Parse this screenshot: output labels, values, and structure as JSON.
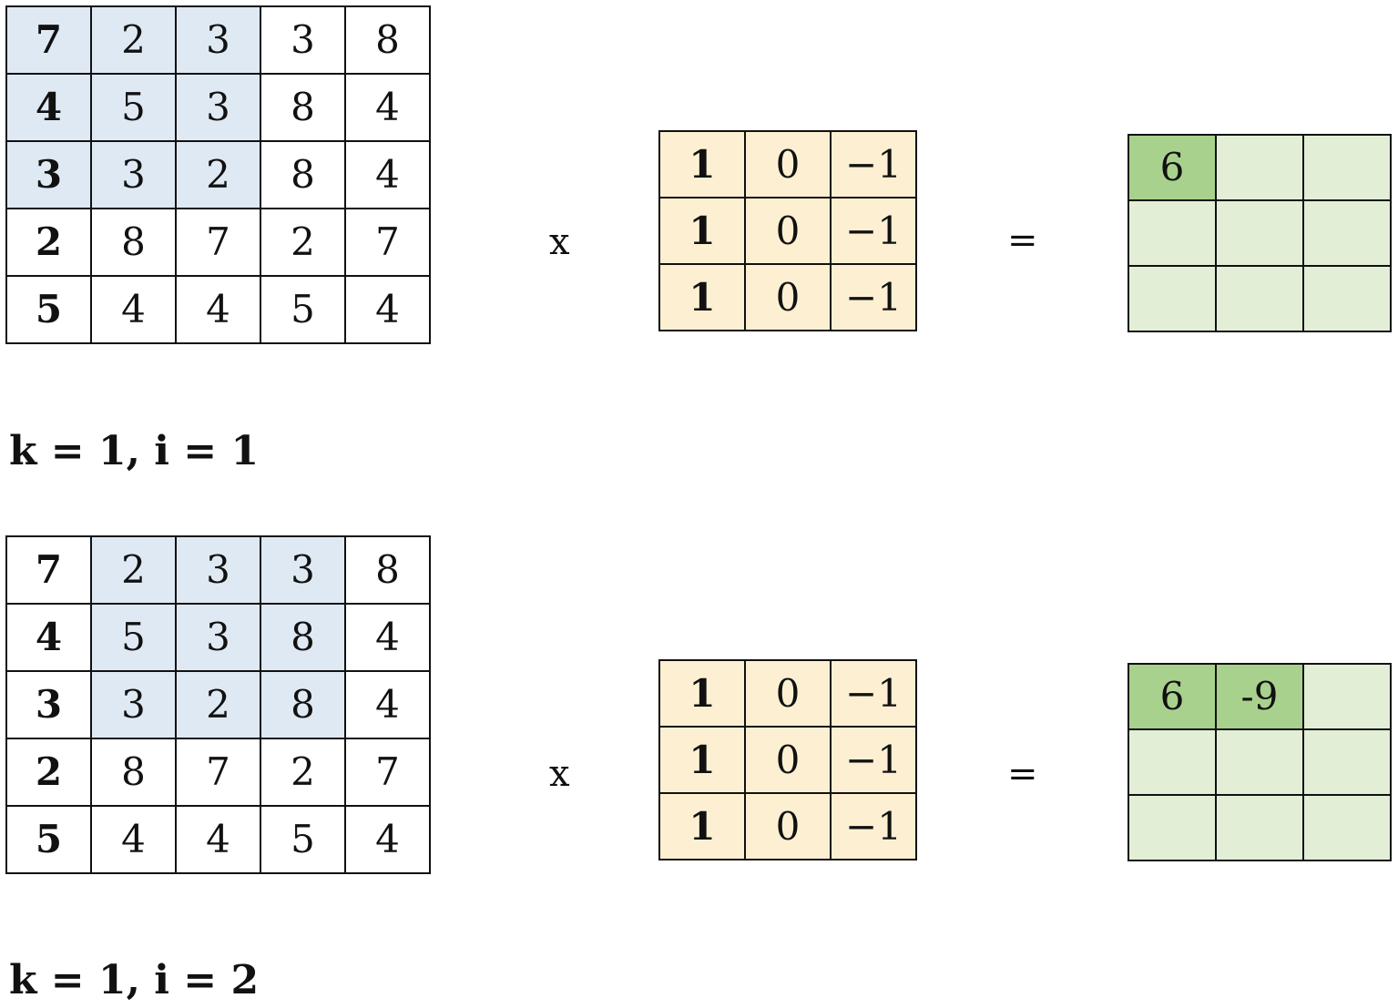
{
  "input_matrix": [
    [
      7,
      2,
      3,
      3,
      8
    ],
    [
      4,
      5,
      3,
      8,
      4
    ],
    [
      3,
      3,
      2,
      8,
      4
    ],
    [
      2,
      8,
      7,
      2,
      7
    ],
    [
      5,
      4,
      4,
      5,
      4
    ]
  ],
  "kernel": [
    [
      "1",
      "0",
      "−1"
    ],
    [
      "1",
      "0",
      "−1"
    ],
    [
      "1",
      "0",
      "−1"
    ]
  ],
  "operators": {
    "multiply": "x",
    "equals": "="
  },
  "steps": [
    {
      "caption": "k = 1, i = 1",
      "highlight_window": {
        "row": 0,
        "col": 0,
        "size": 3
      },
      "output": [
        [
          "6",
          "",
          ""
        ],
        [
          "",
          "",
          ""
        ],
        [
          "",
          "",
          ""
        ]
      ]
    },
    {
      "caption": "k = 1, i = 2",
      "highlight_window": {
        "row": 0,
        "col": 1,
        "size": 3
      },
      "output": [
        [
          "6",
          "-9",
          ""
        ],
        [
          "",
          "",
          ""
        ],
        [
          "",
          "",
          ""
        ]
      ]
    }
  ],
  "colors": {
    "window_highlight": "#dfe9f4",
    "kernel_fill": "#fdf0d2",
    "output_empty": "#e2efd6",
    "output_filled": "#a9d18e",
    "border": "#111111"
  }
}
